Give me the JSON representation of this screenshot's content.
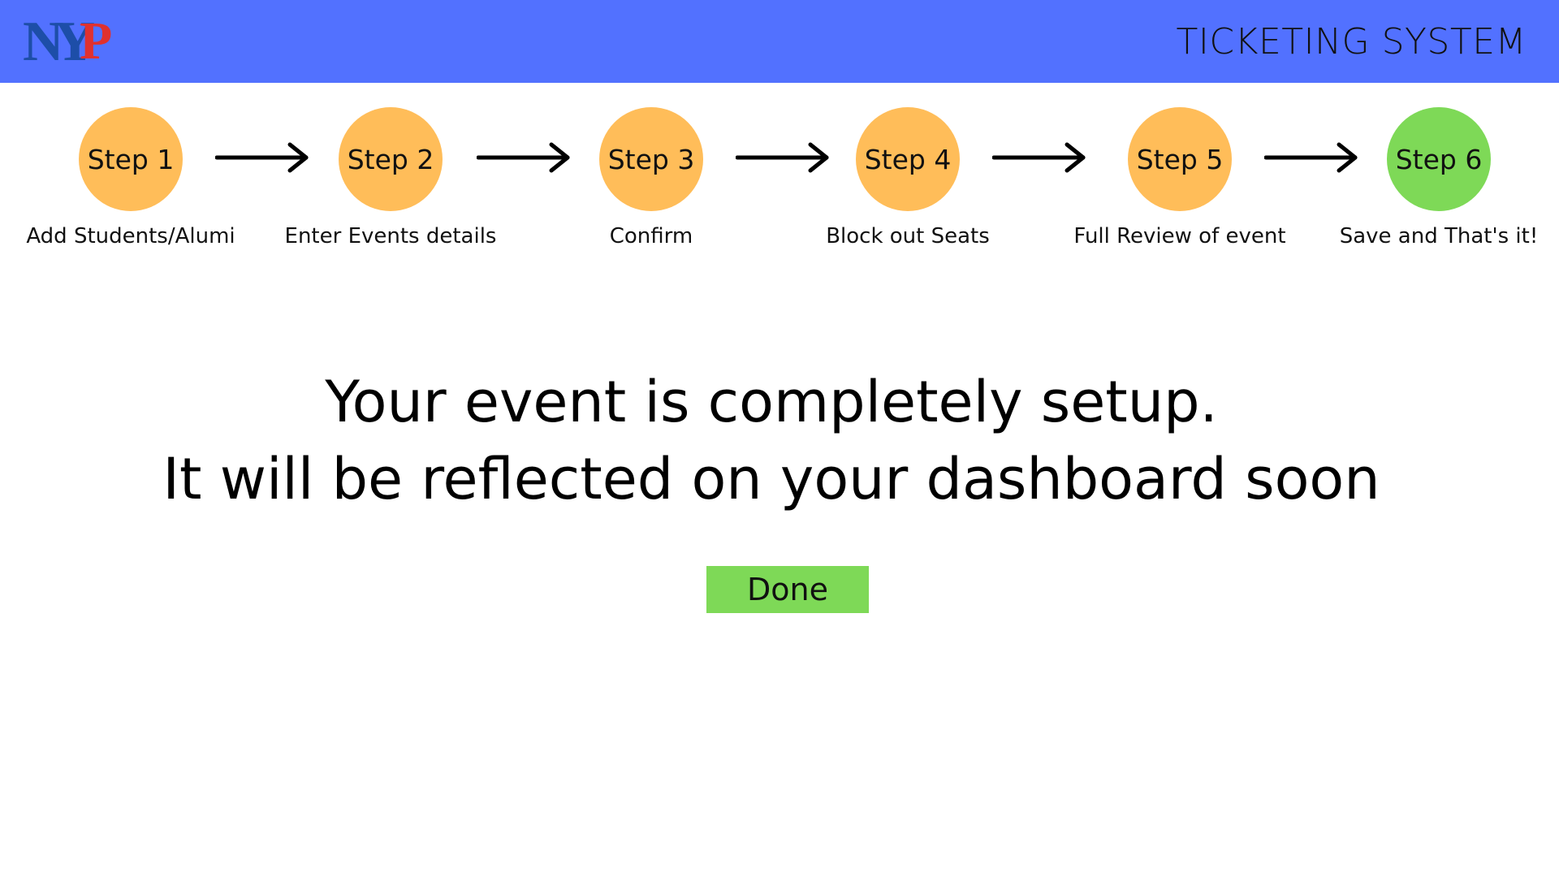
{
  "header": {
    "logo_text": "NYP",
    "app_title": "TICKETING SYSTEM",
    "background_color": "#5271ff"
  },
  "steps": [
    {
      "label": "Step 1",
      "caption": "Add Students/Alumi",
      "status": "pending"
    },
    {
      "label": "Step 2",
      "caption": "Enter Events details",
      "status": "pending"
    },
    {
      "label": "Step 3",
      "caption": "Confirm",
      "status": "pending"
    },
    {
      "label": "Step 4",
      "caption": "Block out Seats",
      "status": "pending"
    },
    {
      "label": "Step 5",
      "caption": "Full Review of event",
      "status": "pending"
    },
    {
      "label": "Step 6",
      "caption": "Save and That's it!",
      "status": "current"
    }
  ],
  "colors": {
    "step_pending": "#ffbd59",
    "step_current": "#7ed957",
    "done_button": "#7ed957"
  },
  "message": {
    "line1": "Your event is completely setup.",
    "line2": "It will be reflected on your dashboard soon"
  },
  "actions": {
    "done_label": "Done"
  }
}
